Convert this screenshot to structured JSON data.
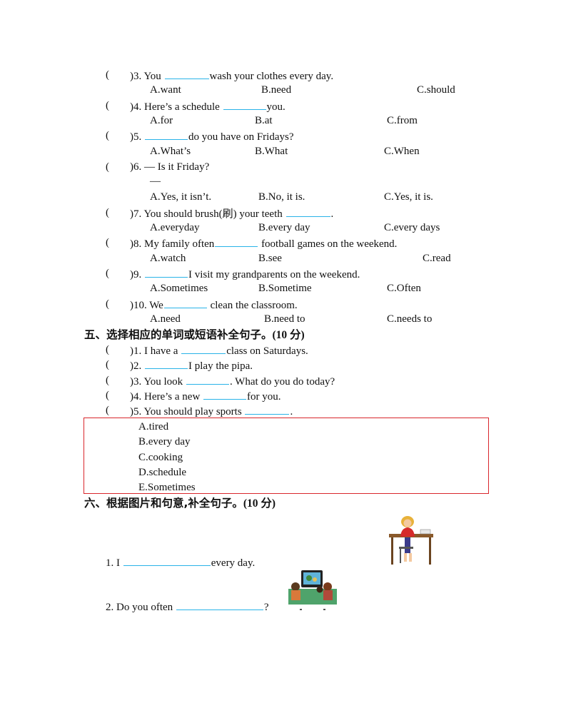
{
  "part4": {
    "questions": [
      {
        "paren": "(",
        "prefix": ")3. You ",
        "suffix": "wash your clothes every day.",
        "options": [
          "A.want",
          "B.need",
          "C.should"
        ]
      },
      {
        "paren": "(",
        "prefix": ")4. Here’s a schedule ",
        "suffix": "you.",
        "options": [
          "A.for",
          "B.at",
          "C.from"
        ]
      },
      {
        "paren": "(",
        "prefix": ")5. ",
        "suffix": "do you have on Fridays?",
        "options": [
          "A.What’s",
          "B.What",
          "C.When"
        ]
      },
      {
        "paren": "(",
        "prefix": ")6. — Is it Friday?",
        "extra_line": "—",
        "options": [
          "A.Yes, it isn’t.",
          "B.No, it is.",
          "C.Yes, it is."
        ]
      },
      {
        "paren": "(",
        "prefix": ")7. You should brush(刷) your teeth ",
        "suffix": ".",
        "options": [
          "A.everyday",
          "B.every day",
          "C.every days"
        ]
      },
      {
        "paren": "(",
        "prefix": ")8. My family often",
        "suffix": " football games on the weekend.",
        "options": [
          "A.watch",
          "B.see",
          "C.read"
        ]
      },
      {
        "paren": "(",
        "prefix": ")9. ",
        "suffix": "I visit my grandparents on the weekend.",
        "options": [
          "A.Sometimes",
          "B.Sometime",
          "C.Often"
        ]
      },
      {
        "paren": "(",
        "prefix": ")10. We",
        "suffix": " clean the classroom.",
        "options": [
          "A.need",
          "B.need to",
          "C.needs to"
        ]
      }
    ]
  },
  "part5": {
    "title": "五、选择相应的单词或短语补全句子。",
    "points": "(10 分)",
    "questions": [
      {
        "paren": "(",
        "prefix": ")1. I have a ",
        "suffix": "class on Saturdays."
      },
      {
        "paren": "(",
        "prefix": ")2. ",
        "suffix": "I play the pipa."
      },
      {
        "paren": "(",
        "prefix": ")3. You look ",
        "suffix": ". What do you do today?"
      },
      {
        "paren": "(",
        "prefix": ")4. Here’s a new ",
        "suffix": "for you."
      },
      {
        "paren": "(",
        "prefix": ")5. You should play sports ",
        "suffix": "."
      }
    ],
    "word_bank": [
      "A.tired",
      "B.every day",
      "C.cooking",
      "D.schedule",
      "E.Sometimes"
    ],
    "box_color": "#d9262c"
  },
  "part6": {
    "title": "六、根据图片和句意,补全句子。",
    "points": "(10 分)",
    "questions": [
      {
        "prefix": "1. I ",
        "suffix": "every day.",
        "picture": "woman-at-desk"
      },
      {
        "prefix": "2. Do you often ",
        "suffix": "?",
        "picture": "family-watching-tv"
      }
    ]
  },
  "blank_color": "#29b3e8"
}
